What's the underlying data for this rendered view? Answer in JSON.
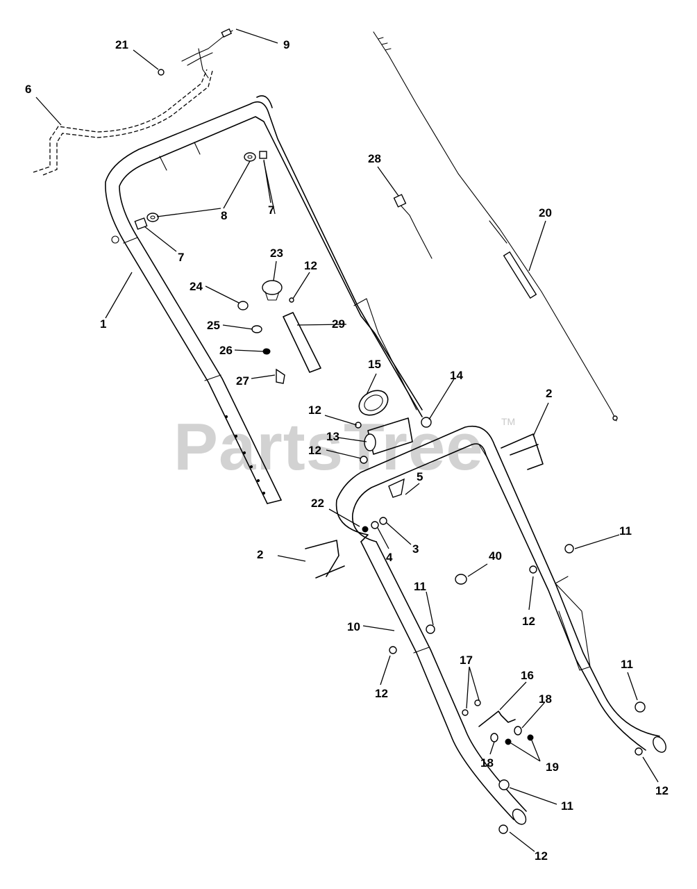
{
  "watermark": {
    "text": "PartsTree",
    "trademark": "TM"
  },
  "callouts": {
    "c1": "1",
    "c2a": "2",
    "c2b": "2",
    "c3": "3",
    "c4": "4",
    "c5": "5",
    "c6": "6",
    "c7a": "7",
    "c7b": "7",
    "c8": "8",
    "c9": "9",
    "c10": "10",
    "c11a": "11",
    "c11b": "11",
    "c11c": "11",
    "c11d": "11",
    "c12a": "12",
    "c12b": "12",
    "c12c": "12",
    "c12d": "12",
    "c12e": "12",
    "c12f": "12",
    "c12g": "12",
    "c13": "13",
    "c14": "14",
    "c15": "15",
    "c16": "16",
    "c17": "17",
    "c18a": "18",
    "c18b": "18",
    "c19": "19",
    "c20": "20",
    "c21": "21",
    "c22": "22",
    "c23": "23",
    "c24": "24",
    "c25": "25",
    "c26": "26",
    "c27": "27",
    "c28": "28",
    "c29": "29",
    "c40": "40"
  }
}
